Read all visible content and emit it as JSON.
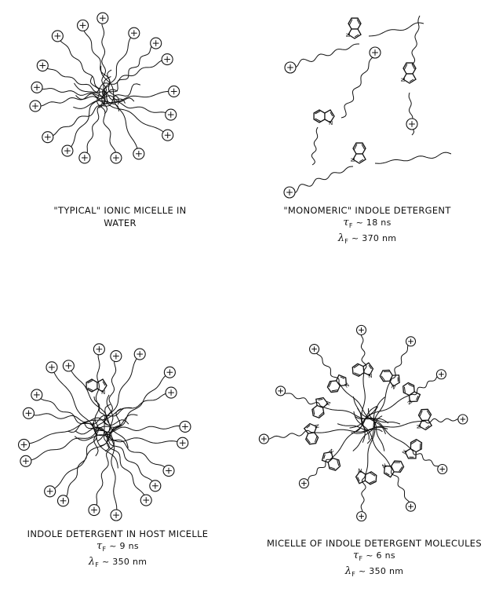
{
  "panels": [
    {
      "id": "typical",
      "caption_line1": "\"TYPICAL\" IONIC MICELLE IN",
      "caption_line2": "WATER"
    },
    {
      "id": "monomeric",
      "caption_line1": "\"MONOMERIC\" INDOLE DETERGENT",
      "tau_symbol": "τ",
      "tau_sub": "F",
      "tau_value": "~ 18 ns",
      "lambda_symbol": "λ",
      "lambda_sub": "F",
      "lambda_value": "~ 370 nm"
    },
    {
      "id": "host",
      "caption_line1": "INDOLE DETERGENT IN HOST MICELLE",
      "tau_symbol": "τ",
      "tau_sub": "F",
      "tau_value": "~ 9 ns",
      "lambda_symbol": "λ",
      "lambda_sub": "F",
      "lambda_value": "~ 350 nm"
    },
    {
      "id": "indole-micelle",
      "caption_line1": "MICELLE OF INDOLE DETERGENT MOLECULES",
      "tau_symbol": "τ",
      "tau_sub": "F",
      "tau_value": "~ 6 ns",
      "lambda_symbol": "λ",
      "lambda_sub": "F",
      "lambda_value": "~ 350 nm"
    }
  ],
  "head_glyph": "⊕",
  "ring_label": "N",
  "colors": {
    "ink": "#111111",
    "background": "#ffffff"
  }
}
